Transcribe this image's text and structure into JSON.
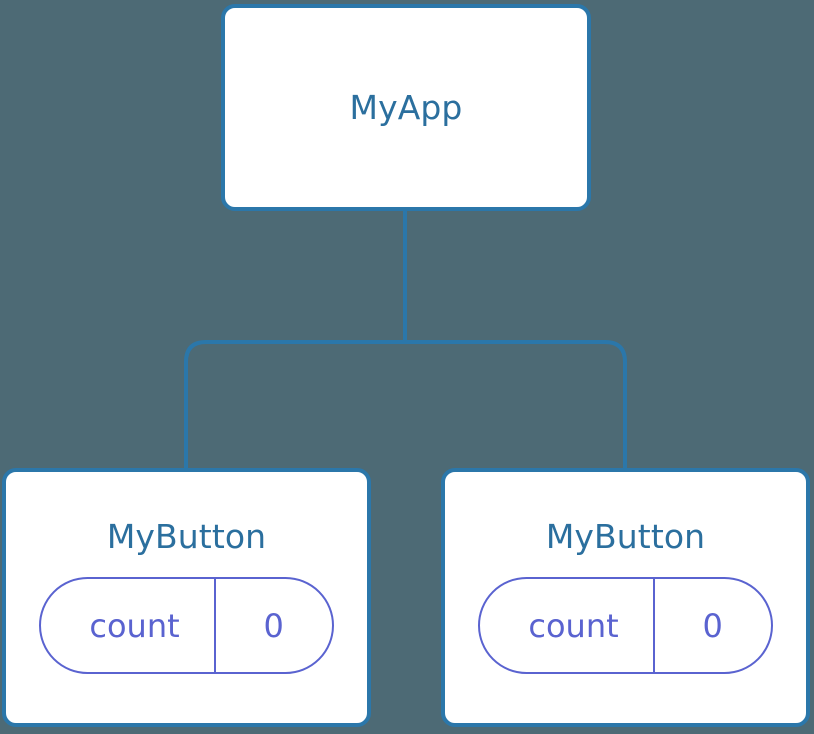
{
  "diagram": {
    "type": "component-tree",
    "background_color": "#4d6a75",
    "node_border_color": "#2b77aa",
    "node_title_color": "#2b6f9e",
    "state_pill_color": "#5a63d0",
    "edge_color": "#2b77aa"
  },
  "nodes": {
    "root": {
      "title": "MyApp"
    },
    "child_left": {
      "title": "MyButton",
      "state": {
        "key": "count",
        "value": "0"
      }
    },
    "child_right": {
      "title": "MyButton",
      "state": {
        "key": "count",
        "value": "0"
      }
    }
  },
  "edges": [
    {
      "from": "root",
      "to": "child_left"
    },
    {
      "from": "root",
      "to": "child_right"
    }
  ]
}
